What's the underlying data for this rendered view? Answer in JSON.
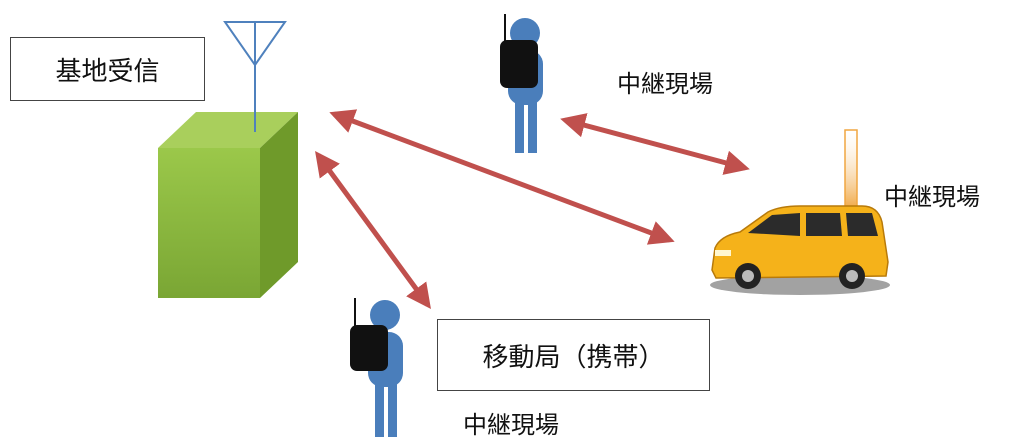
{
  "labels": {
    "base_station": "基地受信",
    "relay_top": "中継現場",
    "relay_right": "中継現場",
    "mobile_station": "移動局（携帯）",
    "relay_bottom": "中継現場"
  },
  "colors": {
    "arrow": "#c0504d",
    "building_front": "#8db83e",
    "building_top": "#a9cf5c",
    "building_side": "#6f9a2a",
    "antenna": "#4f81bd",
    "person": "#4a7ebb",
    "radio": "#111111",
    "car": "#f5b21a",
    "car_mast": "#f0a640"
  },
  "icons": [
    "antenna-icon",
    "base-station-building",
    "person-icon",
    "radio-icon",
    "car-icon"
  ]
}
